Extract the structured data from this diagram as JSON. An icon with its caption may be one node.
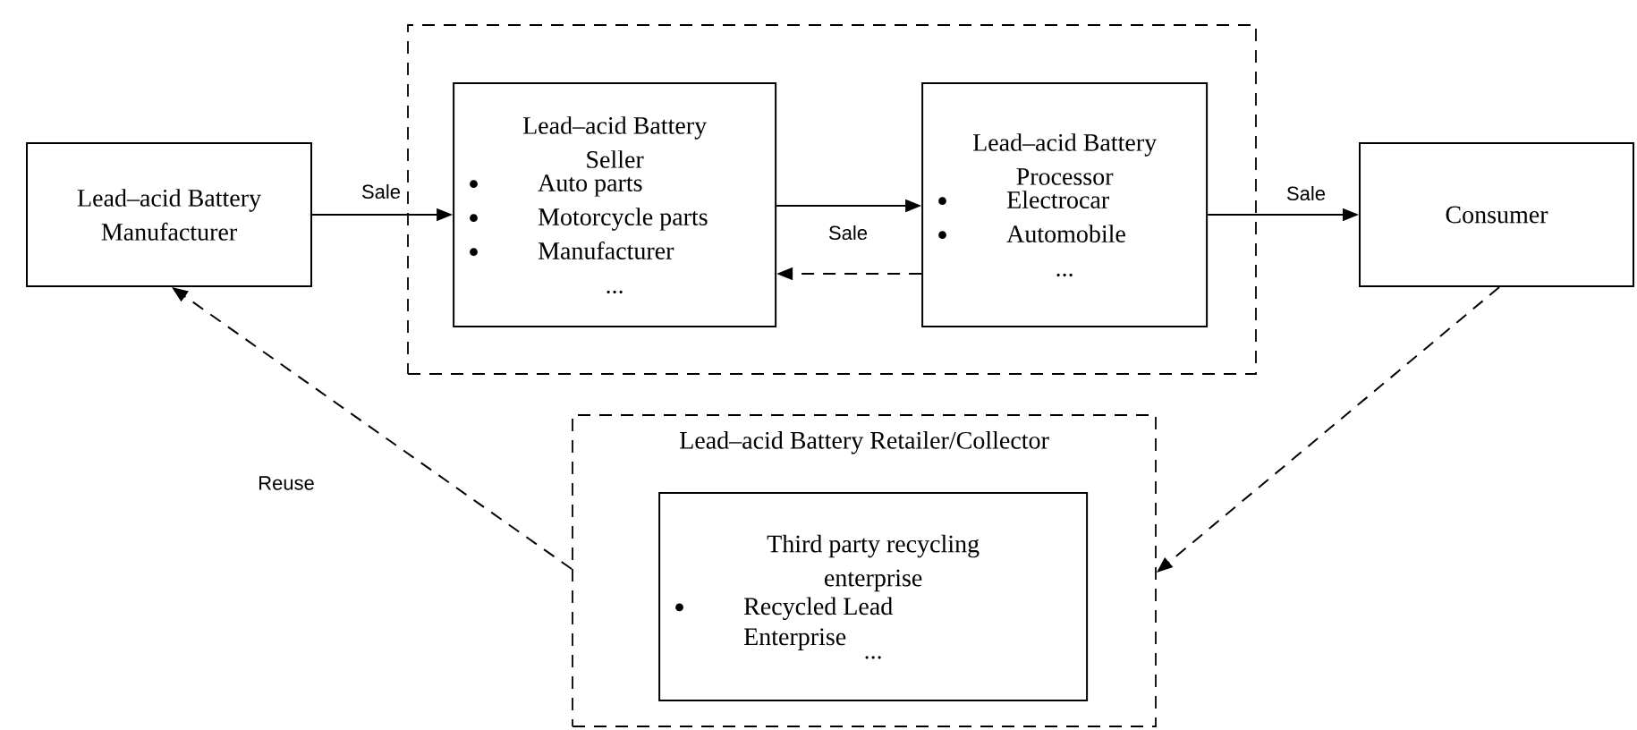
{
  "diagram": {
    "nodes": [
      {
        "text": [
          "Lead–acid Battery Manufacturer"
        ]
      },
      {
        "text": [],
        "shape": "box"
      },
      {
        "text": [
          "Lead–acid Battery Seller",
          "Auto parts",
          "Motorcycle parts",
          "Manufacturer",
          "..."
        ],
        "in": 1
      },
      {
        "text": [
          "Lead–acid Battery Processor",
          "Electrocar",
          "Automobile",
          "..."
        ],
        "in": 1
      },
      {
        "text": [
          "Consumer"
        ]
      },
      {
        "text": [
          "Lead–acid Battery Retailer/Collector"
        ]
      },
      {
        "text": [
          "Third party recycling enterprise",
          "Recycled Lead Enterprise",
          "..."
        ],
        "in": 5
      }
    ],
    "edges": [
      {
        "from": 0,
        "to": 2,
        "arrow": "to",
        "label": "Sale"
      },
      {
        "from": 2,
        "to": 3,
        "arrow": "to",
        "label": "Sale"
      },
      {
        "from": 3,
        "to": 2,
        "arrow": "to",
        "style": "dashed"
      },
      {
        "from": 3,
        "to": 4,
        "arrow": "to",
        "label": "Sale"
      },
      {
        "from": 4,
        "to": 5,
        "arrow": "to",
        "style": "dashed"
      },
      {
        "from": 5,
        "to": 0,
        "arrow": "to",
        "style": "dashed",
        "label": "Reuse"
      }
    ]
  }
}
